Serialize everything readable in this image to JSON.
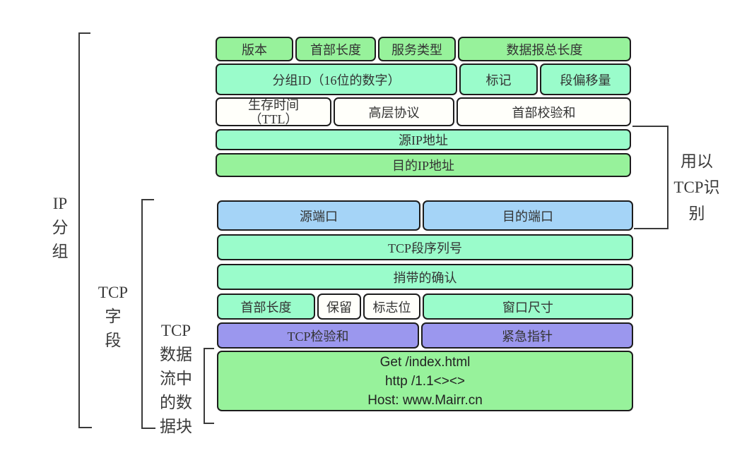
{
  "colors": {
    "green": "#97f29b",
    "aqua": "#9afccb",
    "blue": "#a5d4f7",
    "purple": "#9b97ee",
    "white": "#fffffa",
    "border": "#1c1c1c",
    "line": "#3a3a3a",
    "text": "#333333"
  },
  "side_labels": {
    "ip_packet": {
      "lines": [
        "IP",
        "分",
        "组"
      ]
    },
    "tcp_fields": {
      "lines": [
        "TCP",
        "字",
        "段"
      ]
    },
    "tcp_data_block": {
      "lines": [
        "TCP",
        "数据",
        "流中",
        "的数",
        "据块"
      ]
    },
    "tcp_identify": {
      "lines": [
        "用以",
        "TCP识",
        "别"
      ]
    }
  },
  "ip_header": {
    "row1": {
      "cells": [
        "版本",
        "首部长度",
        "服务类型",
        "数据报总长度"
      ]
    },
    "row2": {
      "cells": [
        "分组ID（16位的数字）",
        "标记",
        "段偏移量"
      ]
    },
    "row3": {
      "cells": [
        "生存时间\n（TTL）",
        "高层协议",
        "首部校验和"
      ]
    },
    "row4": {
      "cells": [
        "源IP地址"
      ]
    },
    "row5": {
      "cells": [
        "目的IP地址"
      ]
    }
  },
  "tcp_segment": {
    "row1": {
      "cells": [
        "源端口",
        "目的端口"
      ]
    },
    "row2": {
      "cells": [
        "TCP段序列号"
      ]
    },
    "row3": {
      "cells": [
        "捎带的确认"
      ]
    },
    "row4": {
      "cells": [
        "首部长度",
        "保留",
        "标志位",
        "窗口尺寸"
      ]
    },
    "row5": {
      "cells": [
        "TCP检验和",
        "紧急指针"
      ]
    },
    "data_block": {
      "lines": [
        "Get  /index.html",
        "http /1.1<><>",
        "Host: www.Mairr.cn"
      ]
    }
  }
}
